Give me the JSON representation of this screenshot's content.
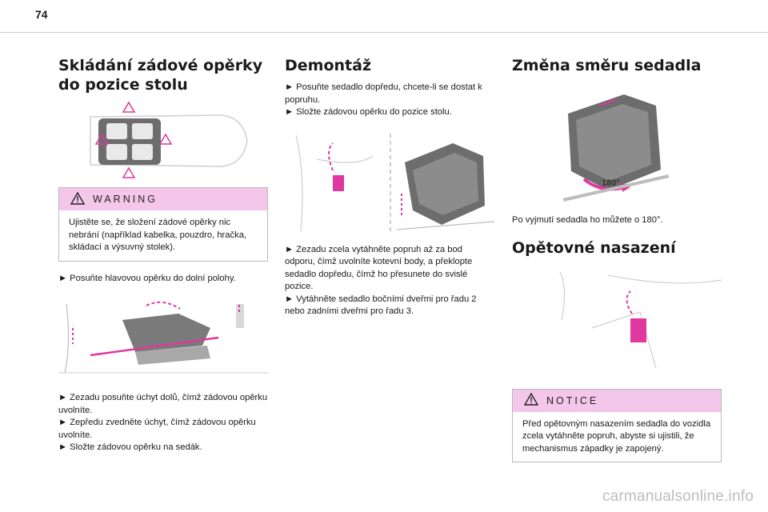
{
  "page": {
    "number": "74"
  },
  "col1": {
    "heading": "Skládání zádové opěrky do pozice stolu",
    "warning": {
      "title": "WARNING",
      "text": "Ujistěte se, že složení zádové opěrky nic nebrání (například kabelka, pouzdro, hračka, skládací a výsuvný stolek)."
    },
    "step1": "► Posuňte hlavovou opěrku do dolní polohy.",
    "step2": "► Zezadu posuňte úchyt dolů, čímž zádovou opěrku uvolníte.",
    "step3": "► Zepředu zvedněte úchyt, čímž zádovou opěrku uvolníte.",
    "step4": "► Složte zádovou opěrku na sedák."
  },
  "col2": {
    "heading": "Demontáž",
    "step1": "► Posuňte sedadlo dopředu, chcete-li se dostat k popruhu.",
    "step2": "► Složte zádovou opěrku do pozice stolu.",
    "step3": "► Zezadu zcela vytáhněte popruh až za bod odporu, čímž uvolníte kotevní body, a překlopte sedadlo dopředu, čímž ho přesunete do svislé pozice.",
    "step4": "► Vytáhněte sedadlo bočními dveřmi pro řadu 2 nebo zadními dveřmi pro řadu 3."
  },
  "col3": {
    "heading1": "Změna směru sedadla",
    "rotation_label": "180°",
    "caption": "Po vyjmutí sedadla ho můžete o 180°.",
    "heading2": "Opětovné nasazení",
    "notice": {
      "title": "NOTICE",
      "text": "Před opětovným nasazením sedadla do vozidla zcela vytáhněte popruh, abyste si ujistili, že mechanismus západky je zapojený."
    }
  },
  "watermark": "carmanualsonline.info",
  "colors": {
    "accent_pink": "#e0389e",
    "box_header": "#f4c6ea",
    "rule": "#c9c9c9"
  }
}
